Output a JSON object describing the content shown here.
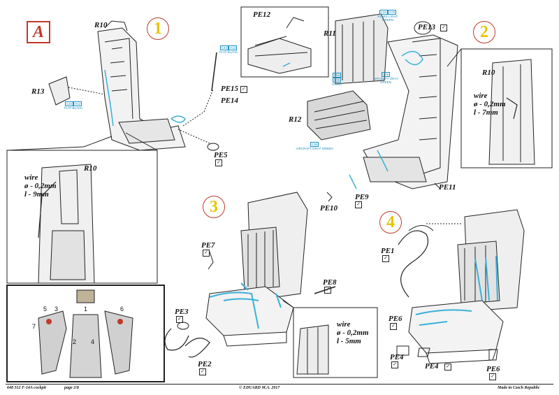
{
  "sheet_letter": "A",
  "steps": [
    "1",
    "2",
    "3",
    "4"
  ],
  "labels": {
    "r10_a": "R10",
    "r13": "R13",
    "pe15": "PE15",
    "pe14": "PE14",
    "pe5": "PE5",
    "r10_b": "R10",
    "pe12": "PE12",
    "r11": "R11",
    "pe13": "PE13",
    "r12": "R12",
    "pe9": "PE9",
    "pe10": "PE10",
    "pe11": "PE11",
    "r10_c": "R10",
    "pe7": "PE7",
    "pe8": "PE8",
    "pe3": "PE3",
    "pe2": "PE2",
    "pe1": "PE1",
    "pe6_a": "PE6",
    "pe4_a": "PE4",
    "pe4_b": "PE4",
    "pe6_b": "PE6"
  },
  "wire_notes": {
    "w1": {
      "title": "wire",
      "dia": "ø - 0,2mm",
      "len": "l - 9mm"
    },
    "w2": {
      "title": "wire",
      "dia": "ø - 0,2mm",
      "len": "l - 7mm"
    },
    "w3": {
      "title": "wire",
      "dia": "ø - 0,2mm",
      "len": "l - 5mm"
    }
  },
  "paints": {
    "flat_black_1": {
      "codes": [
        "C33",
        "H12"
      ],
      "name": "FLAT BLACK"
    },
    "flat_black_2": {
      "codes": [
        "C33",
        "H12"
      ],
      "name": "FLAT BLACK"
    },
    "khaki_green": {
      "codes": [
        "C34",
        "H79"
      ],
      "name": "RLM02 LIGHT GREEN"
    },
    "aircraft_gray_green_1": {
      "codes": [
        "C36"
      ],
      "name": "AIRCRAFT GRAY GREEN"
    },
    "khaki": {
      "codes": [
        "C54",
        "H72"
      ],
      "name": "KHAKI"
    },
    "aircraft_gray_green_2": {
      "codes": [
        "C36"
      ],
      "name": "AIRCRAFT GRAY GREEN"
    }
  },
  "inset_numbers": [
    "1",
    "2",
    "3",
    "4",
    "5",
    "6",
    "7"
  ],
  "footer": {
    "left": "648 312  F-14A cockpit",
    "page": "page 2/8",
    "center": "© EDUARD  M.A. 2017",
    "right": "Made in Czech Republic"
  },
  "check_mark": "✓"
}
